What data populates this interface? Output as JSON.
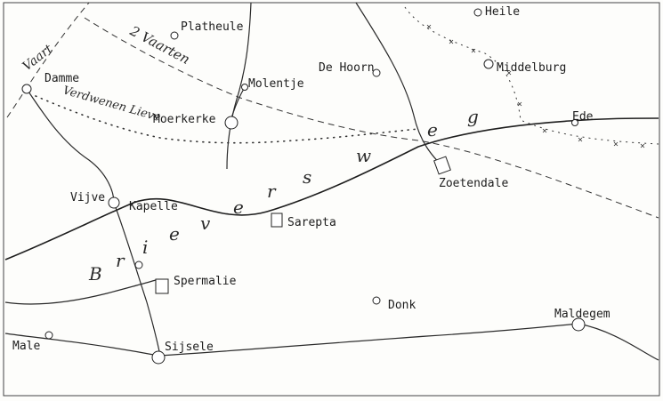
{
  "places": {
    "platheule": "Platheule",
    "heile": "Heile",
    "damme": "Damme",
    "molentje": "Molentje",
    "de_hoorn": "De Hoorn",
    "middelburg": "Middelburg",
    "moerkerke": "Moerkerke",
    "ede": "Ede",
    "zoetendale": "Zoetendale",
    "vijve": "Vijve",
    "kapelle": "Kapelle",
    "sarepta": "Sarepta",
    "spermalie": "Spermalie",
    "donk": "Donk",
    "maldegem": "Maldegem",
    "male": "Male",
    "sijsele": "Sijsele"
  },
  "features": {
    "vaart": "Vaart",
    "twee_vaarten": "2 Vaarten",
    "verdwenen_lieve": "Verdwenen Lieve",
    "brieversweg": [
      "B",
      "r",
      "i",
      "e",
      "v",
      "e",
      "r",
      "s",
      "w",
      "e",
      "g"
    ]
  }
}
